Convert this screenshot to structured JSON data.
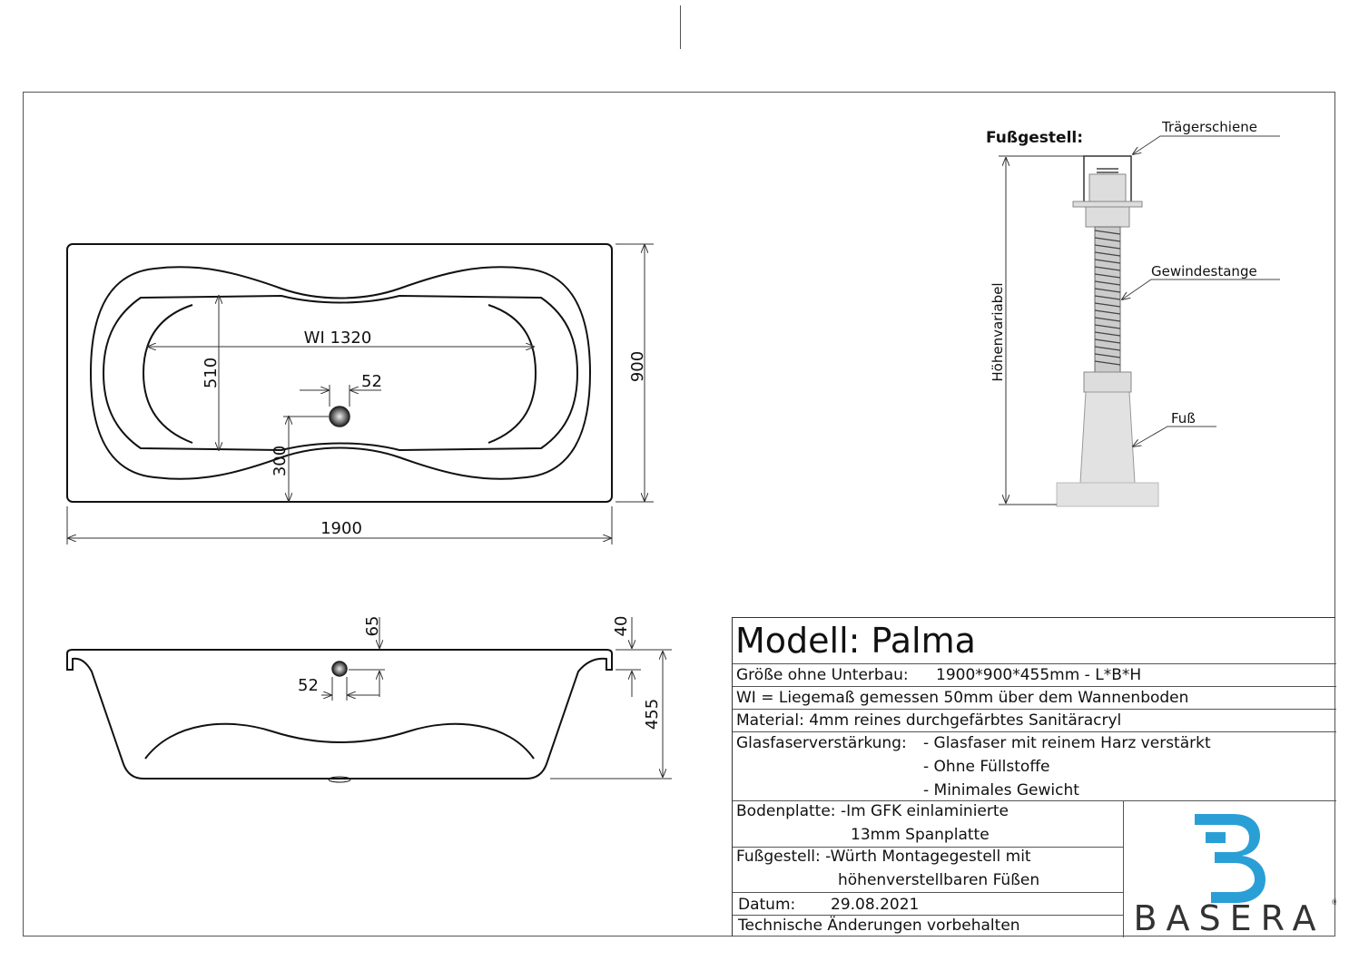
{
  "plan_view": {
    "wi_label": "WI 1320",
    "dim_inner_width": "510",
    "dim_drain_diameter": "52",
    "dim_drain_offset": "300",
    "dim_total_width": "900",
    "dim_total_length": "1900"
  },
  "side_view": {
    "dim_overflow_height": "65",
    "dim_overflow_diameter": "52",
    "dim_rim": "40",
    "dim_total_height": "455"
  },
  "foot_frame": {
    "title": "Fußgestell:",
    "label_rail": "Trägerschiene",
    "label_rod": "Gewindestange",
    "label_foot": "Fuß",
    "label_height": "Höhenvariabel"
  },
  "spec": {
    "model": "Modell: Palma",
    "size_label": "Größe ohne Unterbau:",
    "size_value": "1900*900*455mm  -  L*B*H",
    "wi_note": "WI = Liegemaß gemessen 50mm über dem Wannenboden",
    "material": "Material: 4mm reines durchgefärbtes Sanitäracryl",
    "fiberglass_label": "Glasfaserverstärkung:",
    "fiberglass_1": "- Glasfaser mit reinem Harz verstärkt",
    "fiberglass_2": "- Ohne Füllstoffe",
    "fiberglass_3": "- Minimales Gewicht",
    "base_plate_1": "Bodenplatte: -Im GFK einlaminierte",
    "base_plate_2": "13mm Spanplatte",
    "foot_1": "Fußgestell: -Würth Montagegestell mit",
    "foot_2": "höhenverstellbaren Füßen",
    "date_label": "Datum:",
    "date_value": "29.08.2021",
    "disclaimer": "Technische Änderungen vorbehalten"
  },
  "logo": {
    "text": "BASERA",
    "mark": "®",
    "color": "#2a9fd6"
  }
}
